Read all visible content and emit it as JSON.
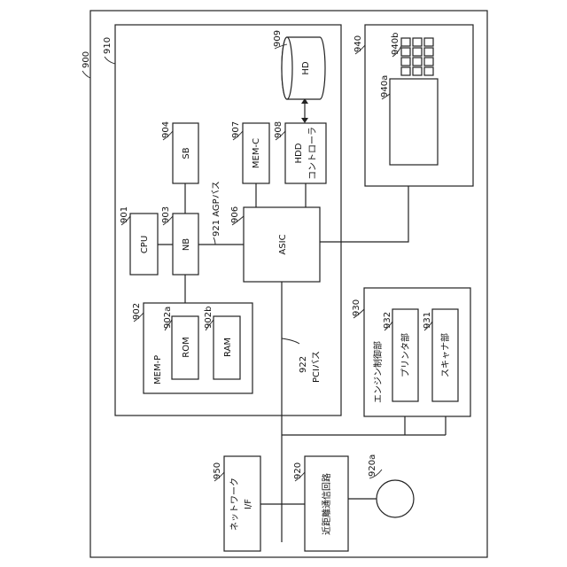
{
  "labels": {
    "outer_ref": "900",
    "main_ref": "910",
    "cpu": "CPU",
    "cpu_ref": "901",
    "nb": "NB",
    "nb_ref": "903",
    "sb": "SB",
    "sb_ref": "904",
    "agp_bus": "921 AGPバス",
    "asic": "ASIC",
    "asic_ref": "906",
    "memc": "MEM-C",
    "memc_ref": "907",
    "hddc_line1": "HDD",
    "hddc_line2": "コントローラ",
    "hddc_ref": "908",
    "hd": "HD",
    "hd_ref": "909",
    "memp": "MEM-P",
    "memp_ref": "902",
    "rom": "ROM",
    "rom_ref": "902a",
    "ram": "RAM",
    "ram_ref": "902b",
    "pci_ref": "922",
    "pci_bus": "PCIバス",
    "panel_ref": "940",
    "display_ref": "940a",
    "keypad_ref": "940b",
    "engine": "エンジン制御部",
    "engine_ref": "930",
    "printer": "プリンタ部",
    "printer_ref": "932",
    "scanner": "スキャナ部",
    "scanner_ref": "931",
    "netif_line1": "ネットワーク",
    "netif_line2": "I/F",
    "netif_ref": "950",
    "nfc": "近距離通信回路",
    "nfc_ref": "920",
    "antenna_ref": "920a"
  }
}
